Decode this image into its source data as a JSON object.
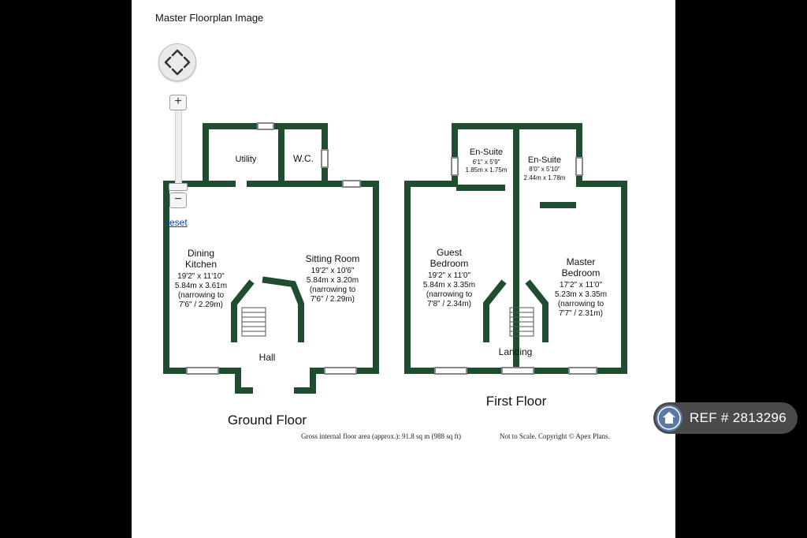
{
  "caption": "Master Floorplan Image",
  "controls": {
    "zoom_in": "+",
    "zoom_out": "−",
    "reset": "reset",
    "pan_icon": "pan-arrows-icon"
  },
  "floorplan": {
    "ground_floor": {
      "title": "Ground Floor",
      "utility": "Utility",
      "wc": "W.C.",
      "hall": "Hall",
      "dining_kitchen": {
        "name1": "Dining",
        "name2": "Kitchen",
        "imperial": "19'2\" x 11'10\"",
        "metric": "5.84m x 3.61m",
        "note1": "(narrowing to",
        "note2": "7'6\" / 2.29m)"
      },
      "sitting_room": {
        "name": "Sitting Room",
        "imperial": "19'2\" x 10'6\"",
        "metric": "5.84m x 3.20m",
        "note1": "(narrowing to",
        "note2": "7'6\" / 2.29m)"
      }
    },
    "first_floor": {
      "title": "First Floor",
      "ensuite_1": {
        "name": "En-Suite",
        "imperial": "6'1\" x 5'9\"",
        "metric": "1.85m x 1.75m"
      },
      "ensuite_2": {
        "name": "En-Suite",
        "imperial": "8'0\" x 5'10\"",
        "metric": "2.44m x 1.78m"
      },
      "guest_bedroom": {
        "name1": "Guest",
        "name2": "Bedroom",
        "imperial": "19'2\" x 11'0\"",
        "metric": "5.84m x 3.35m",
        "note1": "(narrowing to",
        "note2": "7'8\" / 2.34m)"
      },
      "master_bedroom": {
        "name1": "Master",
        "name2": "Bedroom",
        "imperial": "17'2\" x 11'0\"",
        "metric": "5.23m x 3.35m",
        "note1": "(narrowing to",
        "note2": "7'7\" / 2.31m)"
      },
      "landing": "Landing"
    },
    "footer_area": "Gross internal floor area (approx.): 91.8 sq m (988 sq ft)",
    "footer_copyright": "Not to Scale. Copyright © Apex Plans."
  },
  "ref_badge": {
    "text": "REF # 2813296",
    "icon": "home-icon"
  },
  "colors": {
    "wall": "#1f4d2f",
    "accent": "#5b7aa3"
  }
}
